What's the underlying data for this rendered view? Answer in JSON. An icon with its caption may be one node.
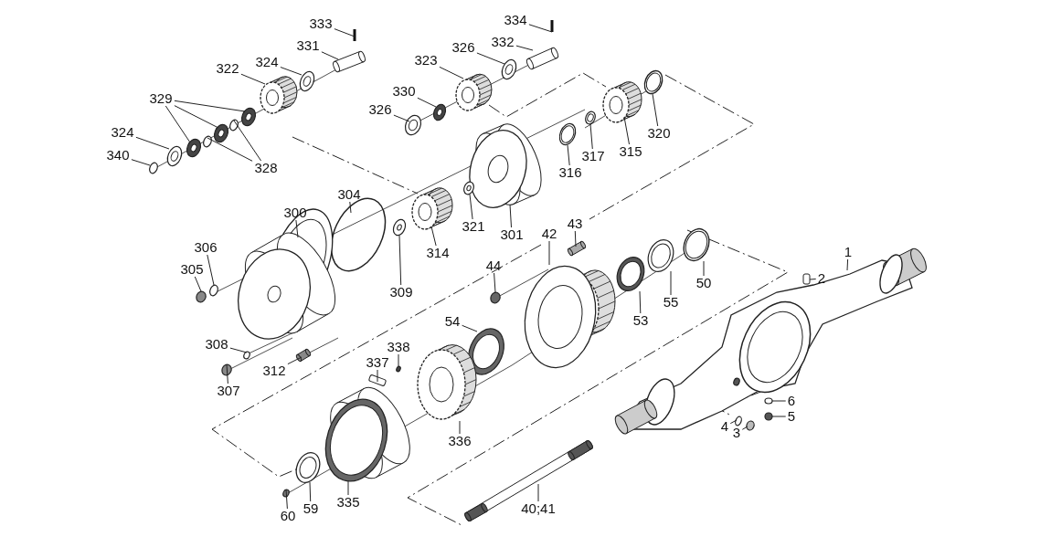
{
  "diagram": {
    "nodes": [
      {
        "text": [
          "333"
        ]
      },
      {
        "text": [
          "331"
        ]
      },
      {
        "text": [
          "322"
        ]
      },
      {
        "text": [
          "324"
        ]
      },
      {
        "text": [
          "329"
        ]
      },
      {
        "text": [
          "324"
        ]
      },
      {
        "text": [
          "340"
        ]
      },
      {
        "text": [
          "328"
        ]
      },
      {
        "text": [
          "334"
        ]
      },
      {
        "text": [
          "332"
        ]
      },
      {
        "text": [
          "326"
        ]
      },
      {
        "text": [
          "323"
        ]
      },
      {
        "text": [
          "330"
        ]
      },
      {
        "text": [
          "326"
        ]
      },
      {
        "text": [
          "320"
        ]
      },
      {
        "text": [
          "315"
        ]
      },
      {
        "text": [
          "317"
        ]
      },
      {
        "text": [
          "316"
        ]
      },
      {
        "text": [
          "301"
        ]
      },
      {
        "text": [
          "321"
        ]
      },
      {
        "text": [
          "314"
        ]
      },
      {
        "text": [
          "43"
        ]
      },
      {
        "text": [
          "42"
        ]
      },
      {
        "text": [
          "44"
        ]
      },
      {
        "text": [
          "304"
        ]
      },
      {
        "text": [
          "300"
        ]
      },
      {
        "text": [
          "306"
        ]
      },
      {
        "text": [
          "305"
        ]
      },
      {
        "text": [
          "309"
        ]
      },
      {
        "text": [
          "50"
        ]
      },
      {
        "text": [
          "55"
        ]
      },
      {
        "text": [
          "53"
        ]
      },
      {
        "text": [
          "1"
        ]
      },
      {
        "text": [
          "2"
        ]
      },
      {
        "text": [
          "54"
        ]
      },
      {
        "text": [
          "308"
        ]
      },
      {
        "text": [
          "338"
        ]
      },
      {
        "text": [
          "337"
        ]
      },
      {
        "text": [
          "312"
        ]
      },
      {
        "text": [
          "307"
        ]
      },
      {
        "text": [
          "336"
        ]
      },
      {
        "text": [
          "6"
        ]
      },
      {
        "text": [
          "5"
        ]
      },
      {
        "text": [
          "4"
        ]
      },
      {
        "text": [
          "3"
        ]
      },
      {
        "text": [
          "60"
        ]
      },
      {
        "text": [
          "59"
        ]
      },
      {
        "text": [
          "335"
        ]
      },
      {
        "text": [
          "40;41"
        ]
      },
      {
        "text": [],
        "shape": "bar"
      },
      {
        "text": [],
        "shape": "cylinder"
      },
      {
        "text": [],
        "shape": "picture"
      },
      {
        "text": [],
        "shape": "circle"
      },
      {
        "text": [],
        "shape": "circle"
      },
      {
        "text": [],
        "shape": "circle"
      },
      {
        "text": [],
        "shape": "circle"
      },
      {
        "text": [],
        "shape": "circle"
      },
      {
        "text": [],
        "shape": "circle"
      },
      {
        "text": [],
        "shape": "circle"
      },
      {
        "text": [],
        "shape": "circle"
      },
      {
        "text": [],
        "shape": "bar"
      },
      {
        "text": [],
        "shape": "cylinder"
      },
      {
        "text": [],
        "shape": "circle"
      },
      {
        "text": [],
        "shape": "picture"
      },
      {
        "text": [],
        "shape": "circle"
      },
      {
        "text": [],
        "shape": "circle"
      },
      {
        "text": [],
        "shape": "circle"
      },
      {
        "text": [],
        "shape": "picture"
      },
      {
        "text": [],
        "shape": "circle"
      },
      {
        "text": [],
        "shape": "circle"
      },
      {
        "text": [],
        "shape": "picture"
      },
      {
        "text": [],
        "shape": "circle"
      },
      {
        "text": [],
        "shape": "picture"
      },
      {
        "text": [],
        "shape": "cylinder"
      },
      {
        "text": [],
        "shape": "picture"
      },
      {
        "text": [],
        "shape": "circle"
      },
      {
        "text": [],
        "shape": "circle"
      },
      {
        "text": [],
        "shape": "picture"
      },
      {
        "text": [],
        "shape": "circle"
      },
      {
        "text": [],
        "shape": "circle"
      },
      {
        "text": [],
        "shape": "circle"
      },
      {
        "text": [],
        "shape": "circle"
      },
      {
        "text": [],
        "shape": "circle"
      },
      {
        "text": [],
        "shape": "circle"
      },
      {
        "text": [],
        "shape": "picture"
      },
      {
        "text": [],
        "shape": "box"
      },
      {
        "text": [],
        "shape": "circle"
      },
      {
        "text": [],
        "shape": "circle"
      },
      {
        "text": [],
        "shape": "circle"
      },
      {
        "text": [],
        "shape": "box"
      },
      {
        "text": [],
        "shape": "cylinder"
      },
      {
        "text": [],
        "shape": "circle"
      },
      {
        "text": [],
        "shape": "picture"
      },
      {
        "text": [],
        "shape": "circle"
      },
      {
        "text": [],
        "shape": "circle"
      },
      {
        "text": [],
        "shape": "circle"
      },
      {
        "text": [],
        "shape": "circle"
      },
      {
        "text": [],
        "shape": "circle"
      },
      {
        "text": [],
        "shape": "circle"
      },
      {
        "text": [],
        "shape": "picture"
      },
      {
        "text": [],
        "shape": "picture"
      }
    ],
    "edges": [
      {
        "from": 0,
        "to": 49,
        "arrow": "none"
      },
      {
        "from": 1,
        "to": 50,
        "arrow": "none"
      },
      {
        "from": 2,
        "to": 51,
        "arrow": "none"
      },
      {
        "from": 3,
        "to": 52,
        "arrow": "none"
      },
      {
        "from": 4,
        "to": 53,
        "arrow": "none"
      },
      {
        "from": 4,
        "to": 54,
        "arrow": "none"
      },
      {
        "from": 4,
        "to": 55,
        "arrow": "none"
      },
      {
        "from": 5,
        "to": 56,
        "arrow": "none"
      },
      {
        "from": 6,
        "to": 57,
        "arrow": "none"
      },
      {
        "from": 7,
        "to": 58,
        "arrow": "none"
      },
      {
        "from": 7,
        "to": 59,
        "arrow": "none"
      },
      {
        "from": 8,
        "to": 60,
        "arrow": "none"
      },
      {
        "from": 9,
        "to": 61,
        "arrow": "none"
      },
      {
        "from": 10,
        "to": 62,
        "arrow": "none"
      },
      {
        "from": 11,
        "to": 63,
        "arrow": "none"
      },
      {
        "from": 12,
        "to": 64,
        "arrow": "none"
      },
      {
        "from": 13,
        "to": 65,
        "arrow": "none"
      },
      {
        "from": 14,
        "to": 66,
        "arrow": "none"
      },
      {
        "from": 15,
        "to": 67,
        "arrow": "none"
      },
      {
        "from": 16,
        "to": 68,
        "arrow": "none"
      },
      {
        "from": 17,
        "to": 69,
        "arrow": "none"
      },
      {
        "from": 18,
        "to": 70,
        "arrow": "none"
      },
      {
        "from": 19,
        "to": 71,
        "arrow": "none"
      },
      {
        "from": 20,
        "to": 72,
        "arrow": "none"
      },
      {
        "from": 21,
        "to": 73,
        "arrow": "none"
      },
      {
        "from": 22,
        "to": 74,
        "arrow": "none"
      },
      {
        "from": 23,
        "to": 75,
        "arrow": "none"
      },
      {
        "from": 24,
        "to": 76,
        "arrow": "none"
      },
      {
        "from": 25,
        "to": 77,
        "arrow": "none"
      },
      {
        "from": 26,
        "to": 78,
        "arrow": "none"
      },
      {
        "from": 27,
        "to": 79,
        "arrow": "none"
      },
      {
        "from": 28,
        "to": 80,
        "arrow": "none"
      },
      {
        "from": 29,
        "to": 81,
        "arrow": "none"
      },
      {
        "from": 30,
        "to": 82,
        "arrow": "none"
      },
      {
        "from": 31,
        "to": 83,
        "arrow": "none"
      },
      {
        "from": 32,
        "to": 84,
        "arrow": "none"
      },
      {
        "from": 33,
        "to": 85,
        "arrow": "none"
      },
      {
        "from": 34,
        "to": 86,
        "arrow": "none"
      },
      {
        "from": 35,
        "to": 87,
        "arrow": "none"
      },
      {
        "from": 36,
        "to": 88,
        "arrow": "none"
      },
      {
        "from": 37,
        "to": 89,
        "arrow": "none"
      },
      {
        "from": 38,
        "to": 90,
        "arrow": "none"
      },
      {
        "from": 39,
        "to": 91,
        "arrow": "none"
      },
      {
        "from": 40,
        "to": 92,
        "arrow": "none"
      },
      {
        "from": 41,
        "to": 93,
        "arrow": "none"
      },
      {
        "from": 42,
        "to": 94,
        "arrow": "none"
      },
      {
        "from": 43,
        "to": 95,
        "arrow": "none"
      },
      {
        "from": 44,
        "to": 96,
        "arrow": "none"
      },
      {
        "from": 45,
        "to": 97,
        "arrow": "none"
      },
      {
        "from": 46,
        "to": 98,
        "arrow": "none"
      },
      {
        "from": 47,
        "to": 99,
        "arrow": "none"
      },
      {
        "from": 48,
        "to": 100,
        "arrow": "none"
      }
    ]
  }
}
